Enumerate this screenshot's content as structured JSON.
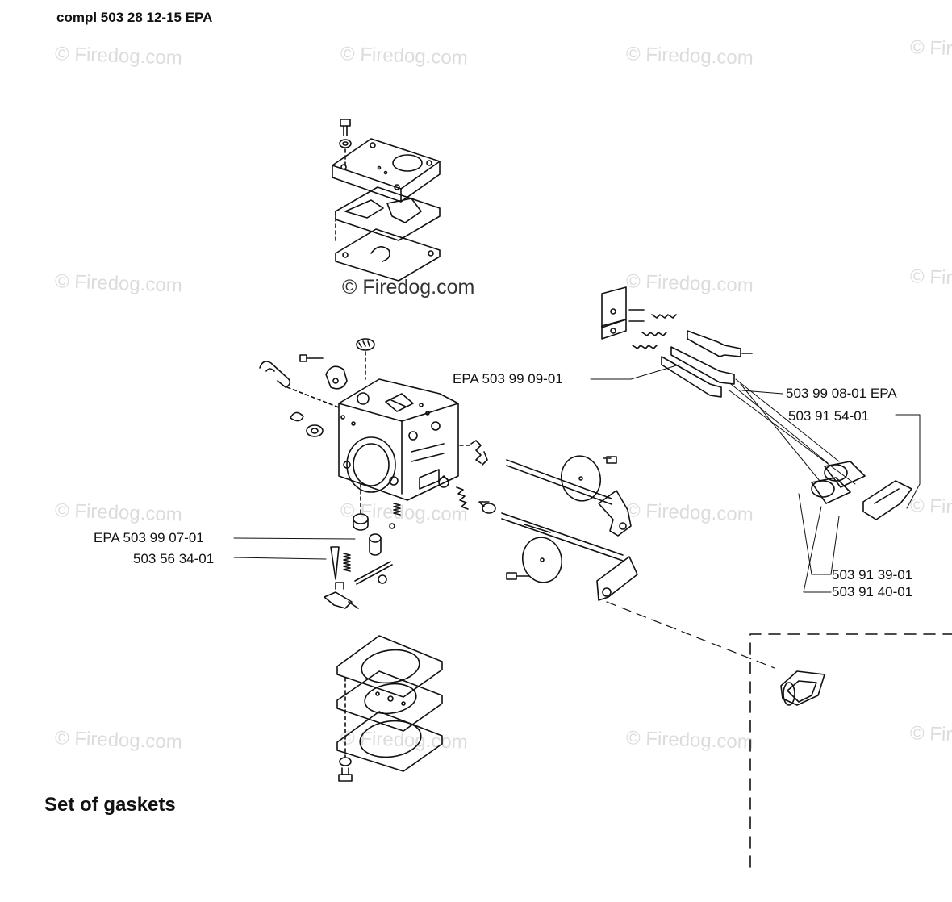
{
  "header": {
    "title": "compl 503 28 12-15 EPA"
  },
  "footer": {
    "caption": "Set of gaskets"
  },
  "watermark": {
    "text": "© Firedog.com"
  },
  "callouts": [
    {
      "id": "epa-503-99-09-01",
      "text": "EPA 503 99 09-01"
    },
    {
      "id": "503-99-08-01-epa",
      "text": "503 99 08-01 EPA"
    },
    {
      "id": "503-91-54-01",
      "text": "503 91 54-01"
    },
    {
      "id": "epa-503-99-07-01",
      "text": "EPA  503 99 07-01"
    },
    {
      "id": "503-56-34-01",
      "text": "503 56 34-01"
    },
    {
      "id": "503-91-39-01",
      "text": "503 91 39-01"
    },
    {
      "id": "503-91-40-01",
      "text": "503 91 40-01"
    }
  ],
  "colors": {
    "line": "#111111",
    "watermark": "#dcdcdc",
    "background": "#ffffff"
  }
}
